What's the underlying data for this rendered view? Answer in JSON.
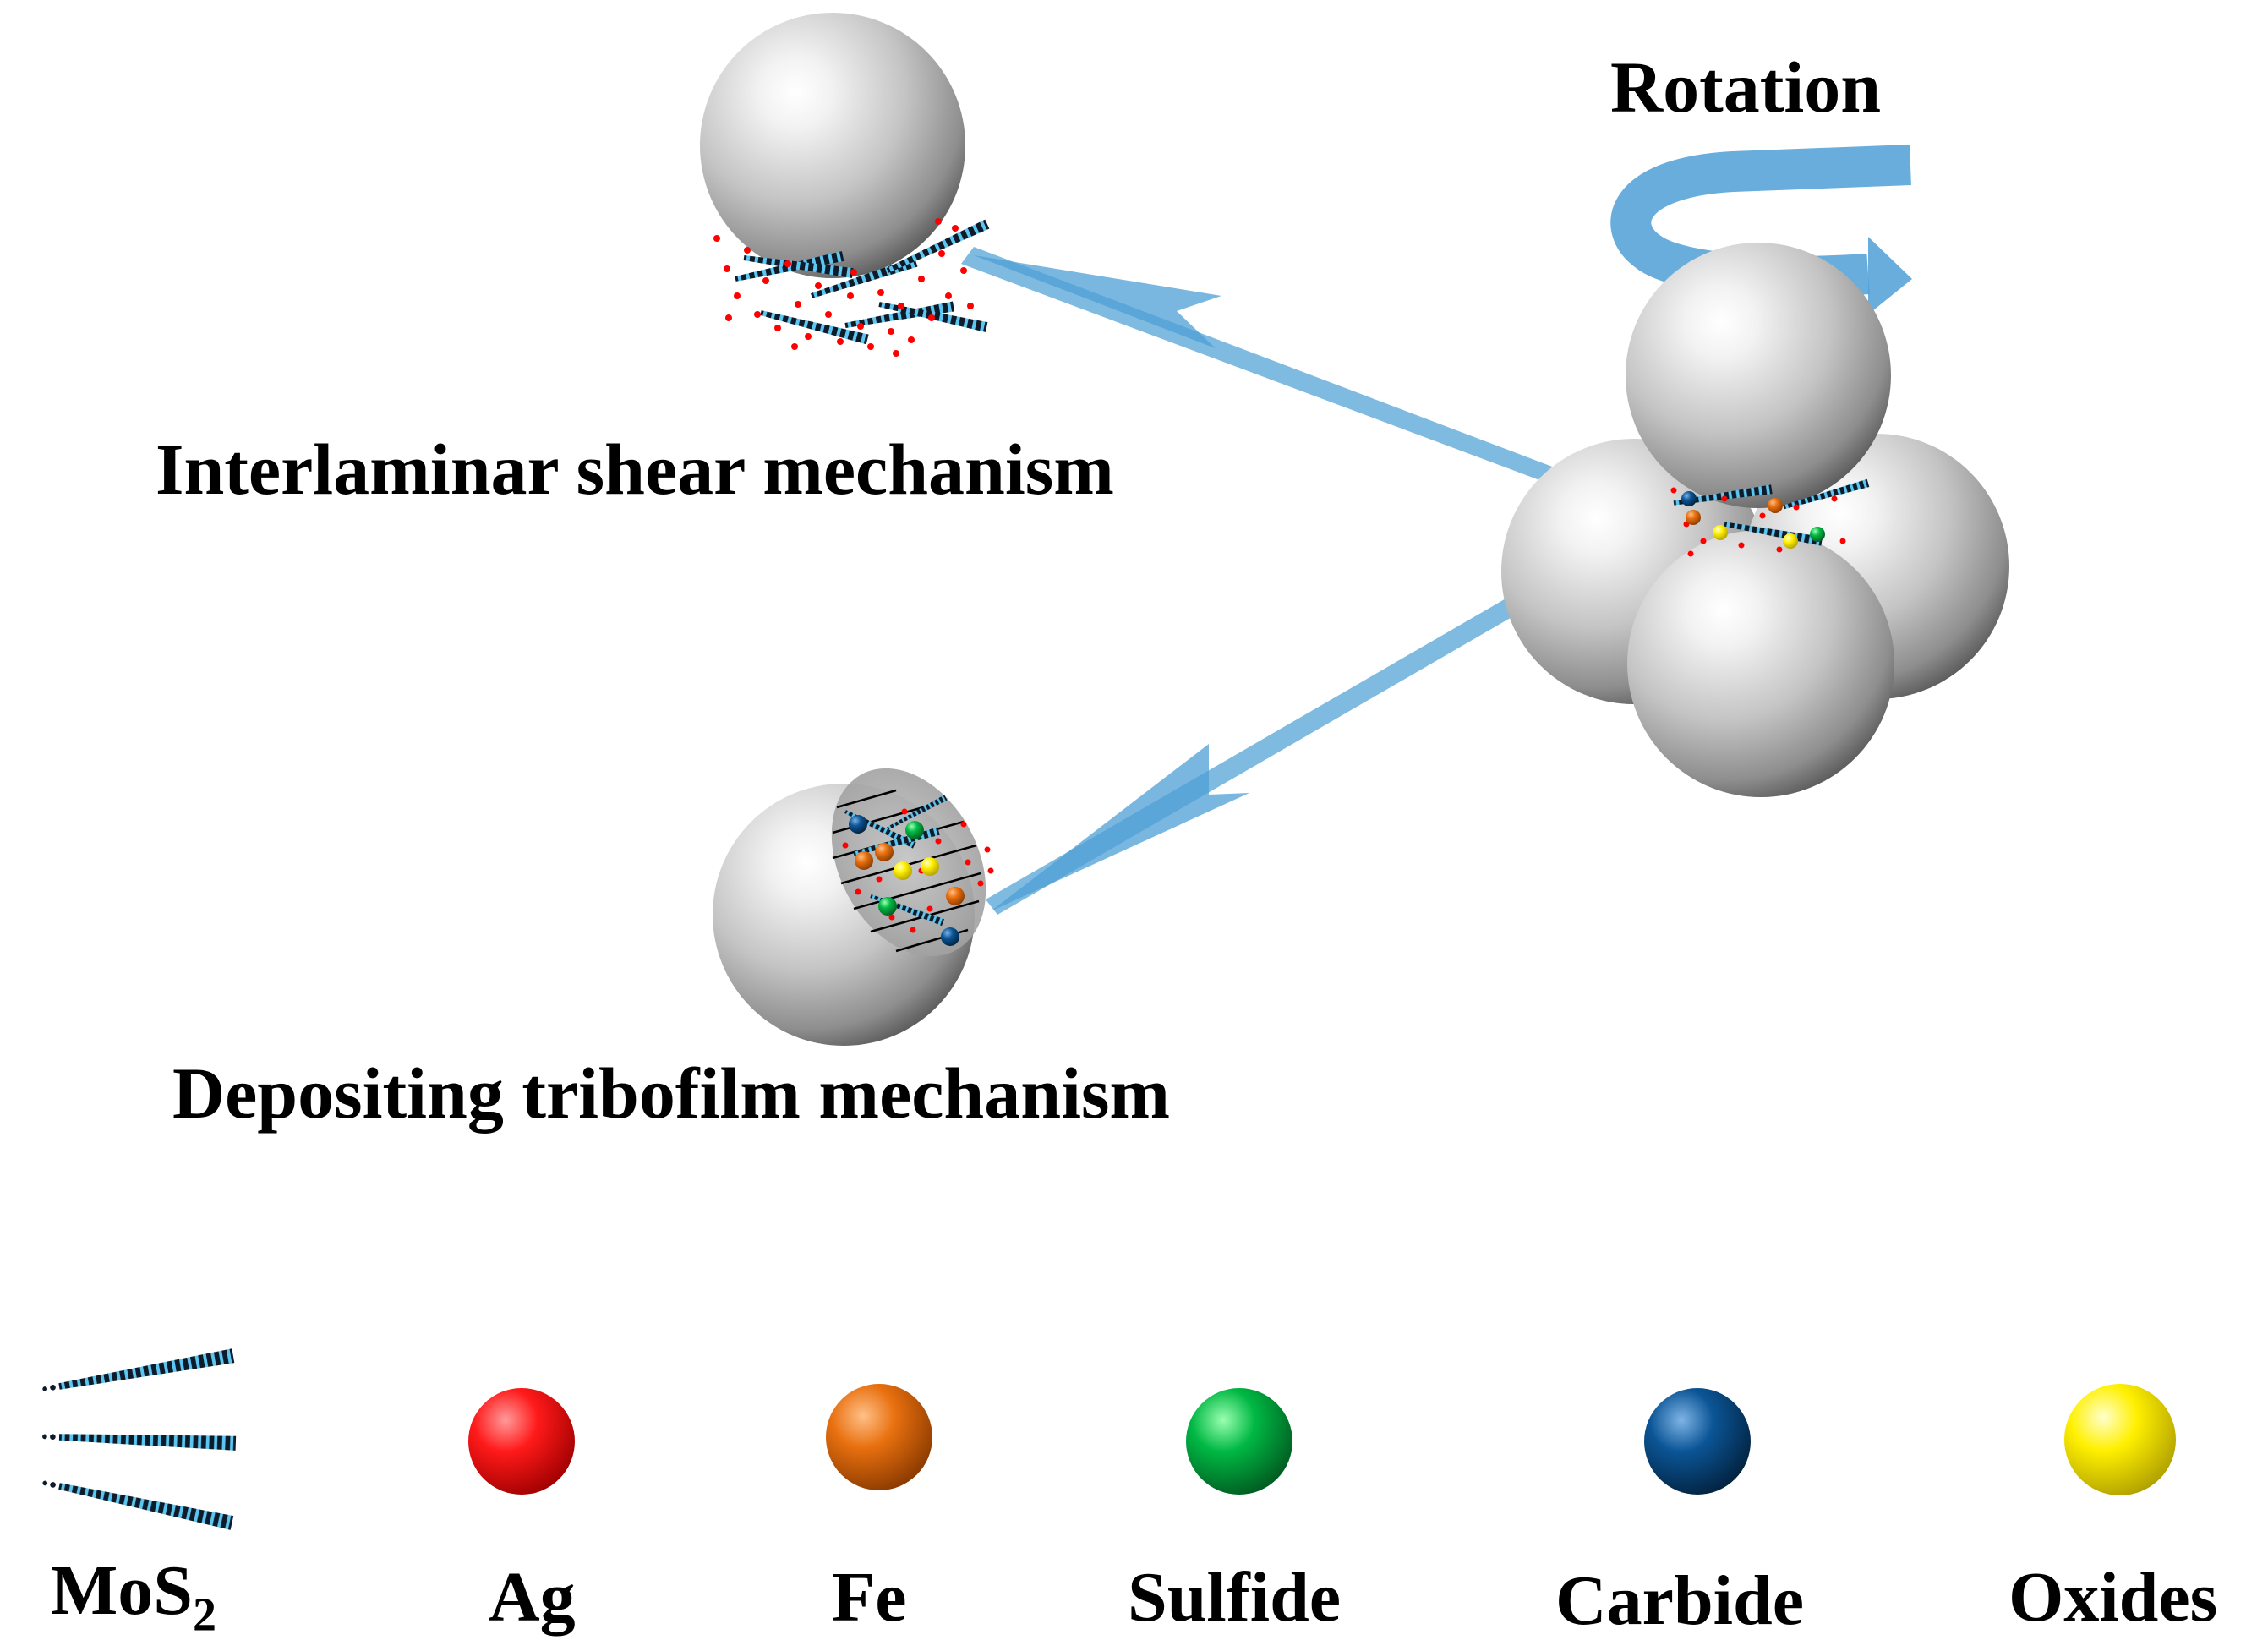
{
  "labels": {
    "rotation": "Rotation",
    "interlaminar": "Interlaminar shear mechanism",
    "depositing": "Depositing tribofilm mechanism"
  },
  "legend": {
    "mos2_main": "MoS",
    "mos2_sub": "2",
    "ag": "Ag",
    "fe": "Fe",
    "sulfide": "Sulfide",
    "carbide": "Carbide",
    "oxides": "Oxides"
  },
  "colors": {
    "ag": "#ff0000",
    "fe": "#e86a12",
    "sulfide": "#00b040",
    "carbide": "#0a4d8c",
    "oxides": "#ffee00",
    "arrow": "#4d9fd6",
    "steel_ball": "#c8c8c8"
  }
}
